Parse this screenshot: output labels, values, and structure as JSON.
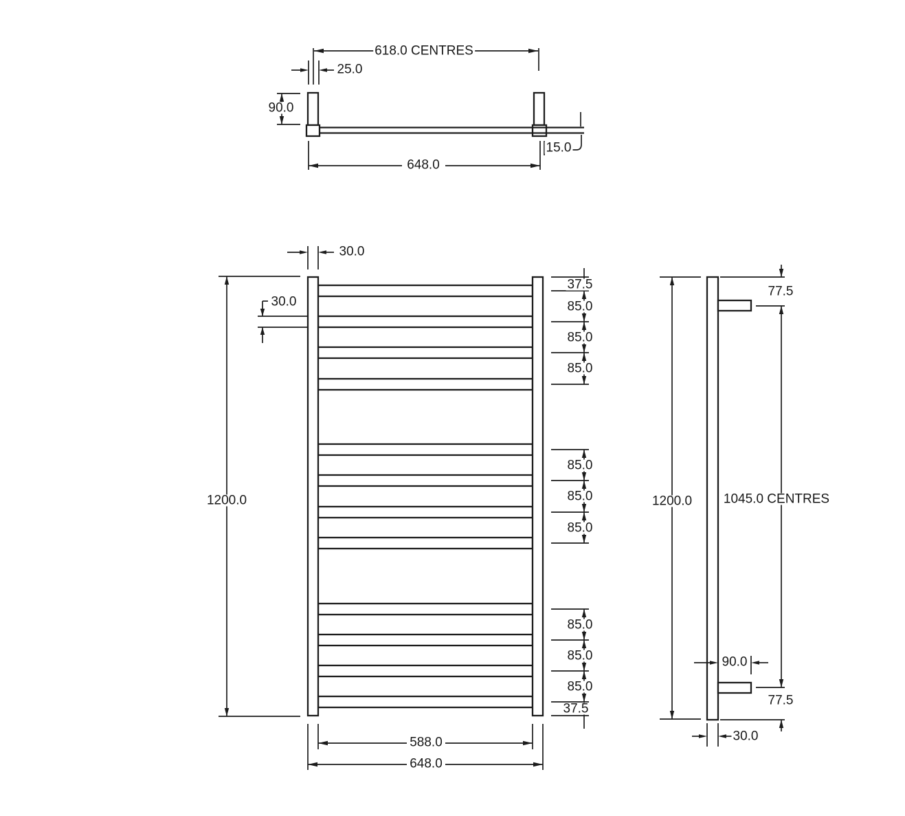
{
  "colors": {
    "background": "#ffffff",
    "line": "#1c1c1c",
    "text": "#181818"
  },
  "top_view": {
    "centres_label": "618.0 CENTRES",
    "tube_width_label": "25.0",
    "bracket_depth_label": "90.0",
    "wall_offset_label": "15.0",
    "overall_width_label": "648.0"
  },
  "front_view": {
    "post_width_label": "30.0",
    "rung_size_label": "30.0",
    "overall_height_label": "1200.0",
    "right_chain": [
      "37.5",
      "85.0",
      "85.0",
      "85.0",
      "85.0",
      "85.0",
      "85.0",
      "85.0",
      "85.0",
      "85.0",
      "37.5"
    ],
    "inner_width_label": "588.0",
    "overall_width_label": "648.0"
  },
  "side_view": {
    "overall_height_label": "1200.0",
    "centres_label": "1045.0 CENTRES",
    "top_offset_label": "77.5",
    "bottom_offset_label": "77.5",
    "bracket_depth_label": "90.0",
    "tube_width_label": "30.0"
  }
}
